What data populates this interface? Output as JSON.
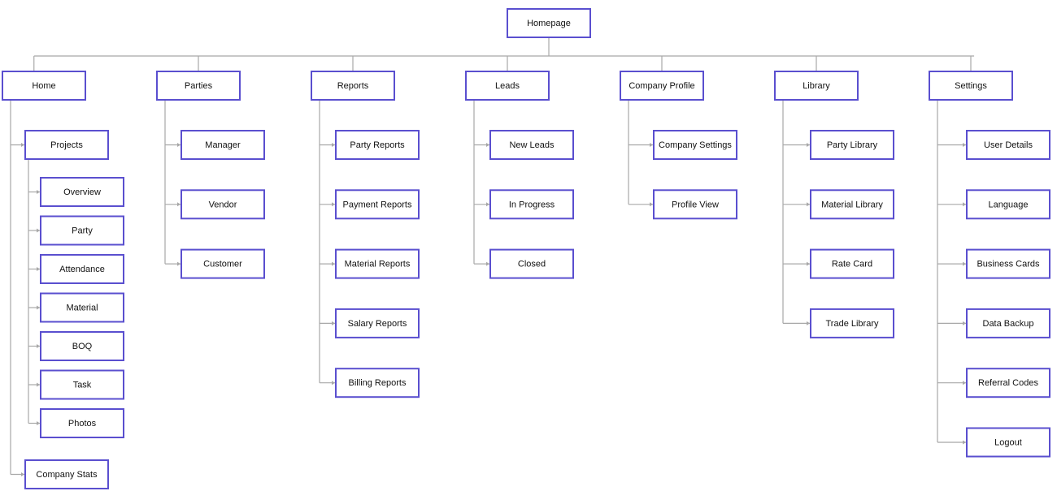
{
  "colors": {
    "box_border": "#5a4fcf",
    "connector": "#a8a8a8",
    "text": "#111111",
    "background": "#ffffff"
  },
  "root": {
    "label": "Homepage"
  },
  "sections": [
    {
      "label": "Home",
      "children": [
        {
          "label": "Projects",
          "children": [
            {
              "label": "Overview"
            },
            {
              "label": "Party"
            },
            {
              "label": "Attendance"
            },
            {
              "label": "Material"
            },
            {
              "label": "BOQ"
            },
            {
              "label": "Task"
            },
            {
              "label": "Photos"
            }
          ]
        },
        {
          "label": "Company Stats"
        }
      ]
    },
    {
      "label": "Parties",
      "children": [
        {
          "label": "Manager"
        },
        {
          "label": "Vendor"
        },
        {
          "label": "Customer"
        }
      ]
    },
    {
      "label": "Reports",
      "children": [
        {
          "label": "Party Reports"
        },
        {
          "label": "Payment Reports"
        },
        {
          "label": "Material Reports"
        },
        {
          "label": "Salary Reports"
        },
        {
          "label": "Billing Reports"
        }
      ]
    },
    {
      "label": "Leads",
      "children": [
        {
          "label": "New Leads"
        },
        {
          "label": "In Progress"
        },
        {
          "label": "Closed"
        }
      ]
    },
    {
      "label": "Company Profile",
      "children": [
        {
          "label": "Company Settings"
        },
        {
          "label": "Profile View"
        }
      ]
    },
    {
      "label": "Library",
      "children": [
        {
          "label": "Party Library"
        },
        {
          "label": "Material Library"
        },
        {
          "label": "Rate Card"
        },
        {
          "label": "Trade Library"
        }
      ]
    },
    {
      "label": "Settings",
      "children": [
        {
          "label": "User Details"
        },
        {
          "label": "Language"
        },
        {
          "label": "Business Cards"
        },
        {
          "label": "Data Backup"
        },
        {
          "label": "Referral Codes"
        },
        {
          "label": "Logout"
        }
      ]
    }
  ]
}
